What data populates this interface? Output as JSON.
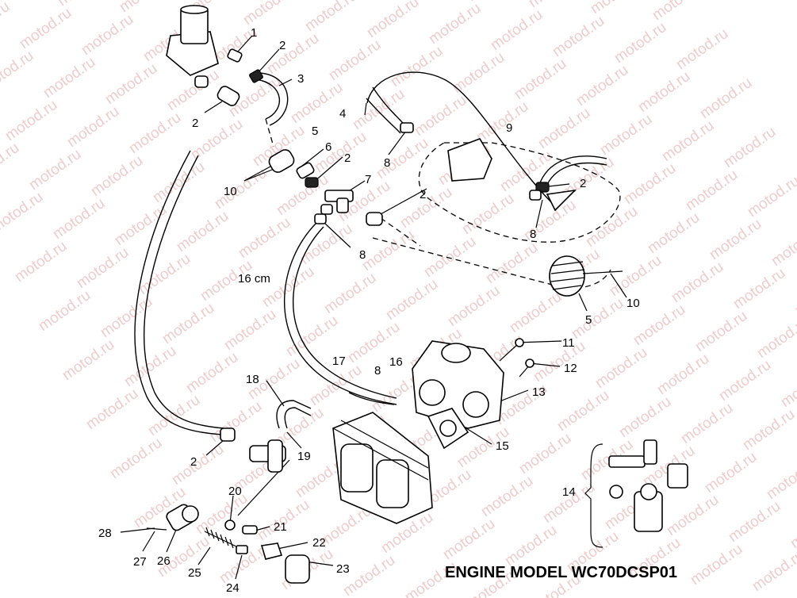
{
  "watermark": "motod.ru",
  "title": "ENGINE MODEL WC70DCSP01",
  "callouts": {
    "c1": "1",
    "c2a": "2",
    "c2b": "2",
    "c2c": "2",
    "c2d": "2",
    "c2e": "2",
    "c2f": "2",
    "c3": "3",
    "c4": "4",
    "c5a": "5",
    "c5b": "5",
    "c6": "6",
    "c7": "7",
    "c8a": "8",
    "c8b": "8",
    "c8c": "8",
    "c8d": "8",
    "c9": "9",
    "c10a": "10",
    "c10b": "10",
    "c11": "11",
    "c12": "12",
    "c13": "13",
    "c14": "14",
    "c15": "15",
    "c16": "16",
    "c16cm": "16 cm",
    "c17": "17",
    "c18": "18",
    "c19": "19",
    "c20": "20",
    "c21": "21",
    "c22": "22",
    "c23": "23",
    "c24": "24",
    "c25": "25",
    "c26": "26",
    "c27": "27",
    "c28": "28"
  }
}
